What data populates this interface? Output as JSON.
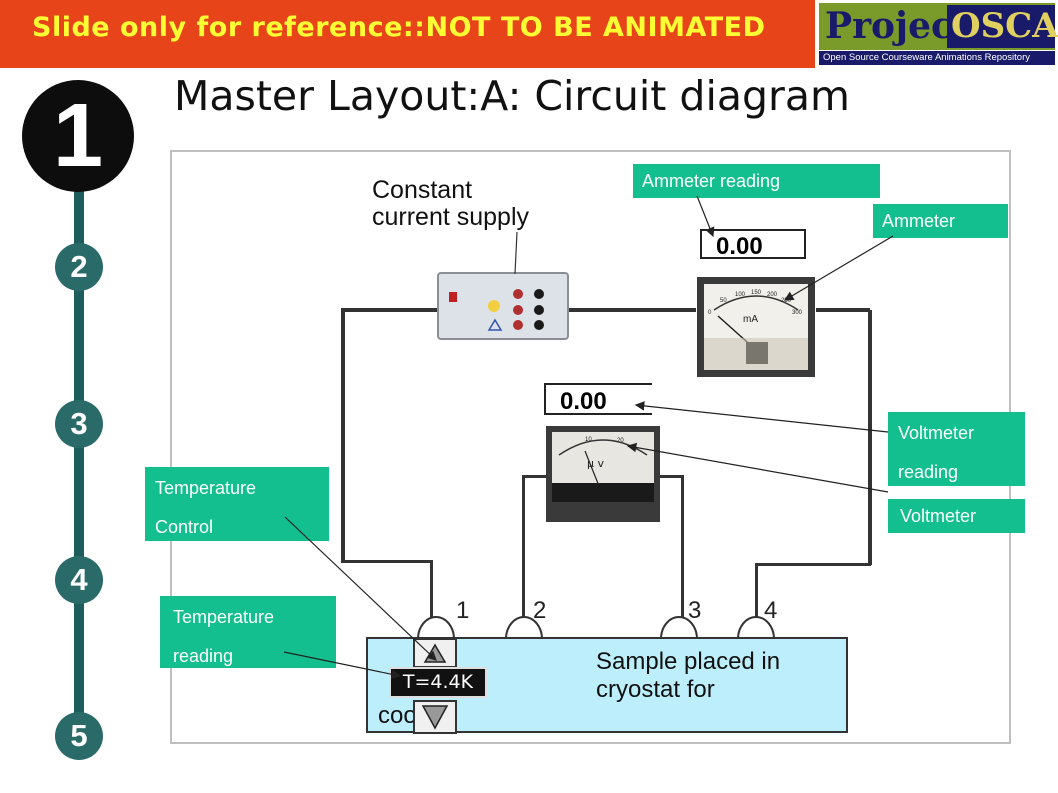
{
  "banner": {
    "text": "Slide only for reference::NOT TO BE ANIMATED"
  },
  "logo": {
    "title_left": "Project",
    "title_right": "OSCAR",
    "subtitle": "Open Source Courseware Animations Repository"
  },
  "slide": {
    "title": "Master Layout:A: Circuit diagram"
  },
  "steps": [
    "1",
    "2",
    "3",
    "4",
    "5"
  ],
  "callouts": {
    "ammeter_reading": "Ammeter reading",
    "ammeter": "Ammeter",
    "voltmeter_reading_1": "Voltmeter",
    "voltmeter_reading_2": "reading",
    "voltmeter": "Voltmeter",
    "temp_control_1": "Temperature",
    "temp_control_2": "Control",
    "temp_reading_1": "Temperature",
    "temp_reading_2": "reading"
  },
  "diagram": {
    "supply_label_1": "Constant",
    "supply_label_2": "current supply",
    "ammeter_value": "0.00",
    "voltmeter_value": "0.00",
    "ammeter_unit": "mA",
    "voltmeter_unit": "μ v",
    "ammeter_scale": [
      "0",
      "50",
      "100",
      "150",
      "200",
      "250",
      "300"
    ],
    "voltmeter_scale": [
      "10",
      "20"
    ],
    "cryostat_text_1": "Sample placed in",
    "cryostat_text_2": "cryostat for",
    "cryostat_text_3": "cooling",
    "temperature_value": "T=4.4K",
    "terminals": [
      "1",
      "2",
      "3",
      "4"
    ]
  },
  "colors": {
    "banner": "#e8441a",
    "banner_text": "#ffff33",
    "callout": "#13bf8e",
    "step": "#2a6b6a",
    "cryostat": "#bdeefb"
  }
}
